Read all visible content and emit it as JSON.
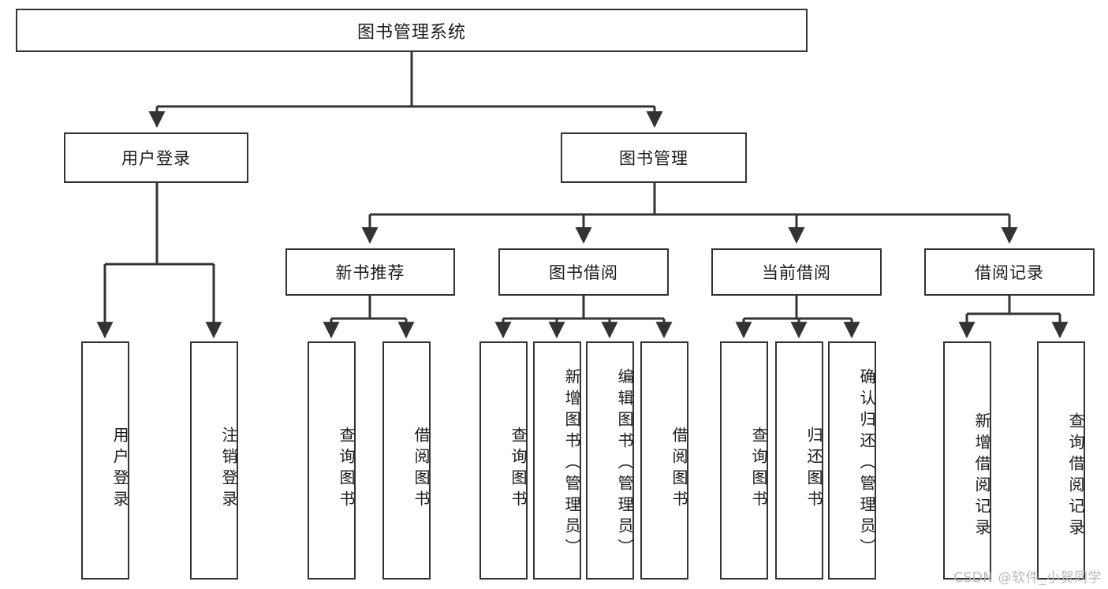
{
  "diagram": {
    "title": "图书管理系统",
    "type": "tree",
    "root": {
      "label": "图书管理系统"
    },
    "level2": [
      {
        "id": "user-login",
        "label": "用户登录"
      },
      {
        "id": "book-manage",
        "label": "图书管理"
      }
    ],
    "level3": [
      {
        "id": "new-book-recommend",
        "label": "新书推荐"
      },
      {
        "id": "book-borrow",
        "label": "图书借阅"
      },
      {
        "id": "current-borrow",
        "label": "当前借阅"
      },
      {
        "id": "borrow-record",
        "label": "借阅记录"
      }
    ],
    "leaves": [
      {
        "id": "leaf-user-login",
        "parent": "user-login",
        "label": "用户登录"
      },
      {
        "id": "leaf-logout",
        "parent": "user-login",
        "label": "注销登录"
      },
      {
        "id": "leaf-query-book-1",
        "parent": "new-book-recommend",
        "label": "查询图书"
      },
      {
        "id": "leaf-borrow-book-1",
        "parent": "new-book-recommend",
        "label": "借阅图书"
      },
      {
        "id": "leaf-query-book-2",
        "parent": "book-borrow",
        "label": "查询图书"
      },
      {
        "id": "leaf-add-book",
        "parent": "book-borrow",
        "label": "新增图书（管理员）"
      },
      {
        "id": "leaf-edit-book",
        "parent": "book-borrow",
        "label": "编辑图书（管理员）"
      },
      {
        "id": "leaf-borrow-book-2",
        "parent": "book-borrow",
        "label": "借阅图书"
      },
      {
        "id": "leaf-query-book-3",
        "parent": "current-borrow",
        "label": "查询图书"
      },
      {
        "id": "leaf-return-book",
        "parent": "current-borrow",
        "label": "归还图书"
      },
      {
        "id": "leaf-confirm-return",
        "parent": "current-borrow",
        "label": "确认归还（管理员）"
      },
      {
        "id": "leaf-add-record",
        "parent": "borrow-record",
        "label": "新增借阅记录"
      },
      {
        "id": "leaf-query-record",
        "parent": "borrow-record",
        "label": "查询借阅记录"
      }
    ],
    "colors": {
      "stroke": "#333333",
      "fill": "#ffffff",
      "text": "#1a1a1a",
      "watermark": "#b8b8b8"
    }
  },
  "watermark": {
    "text": "CSDN @软件_小贺同学"
  }
}
